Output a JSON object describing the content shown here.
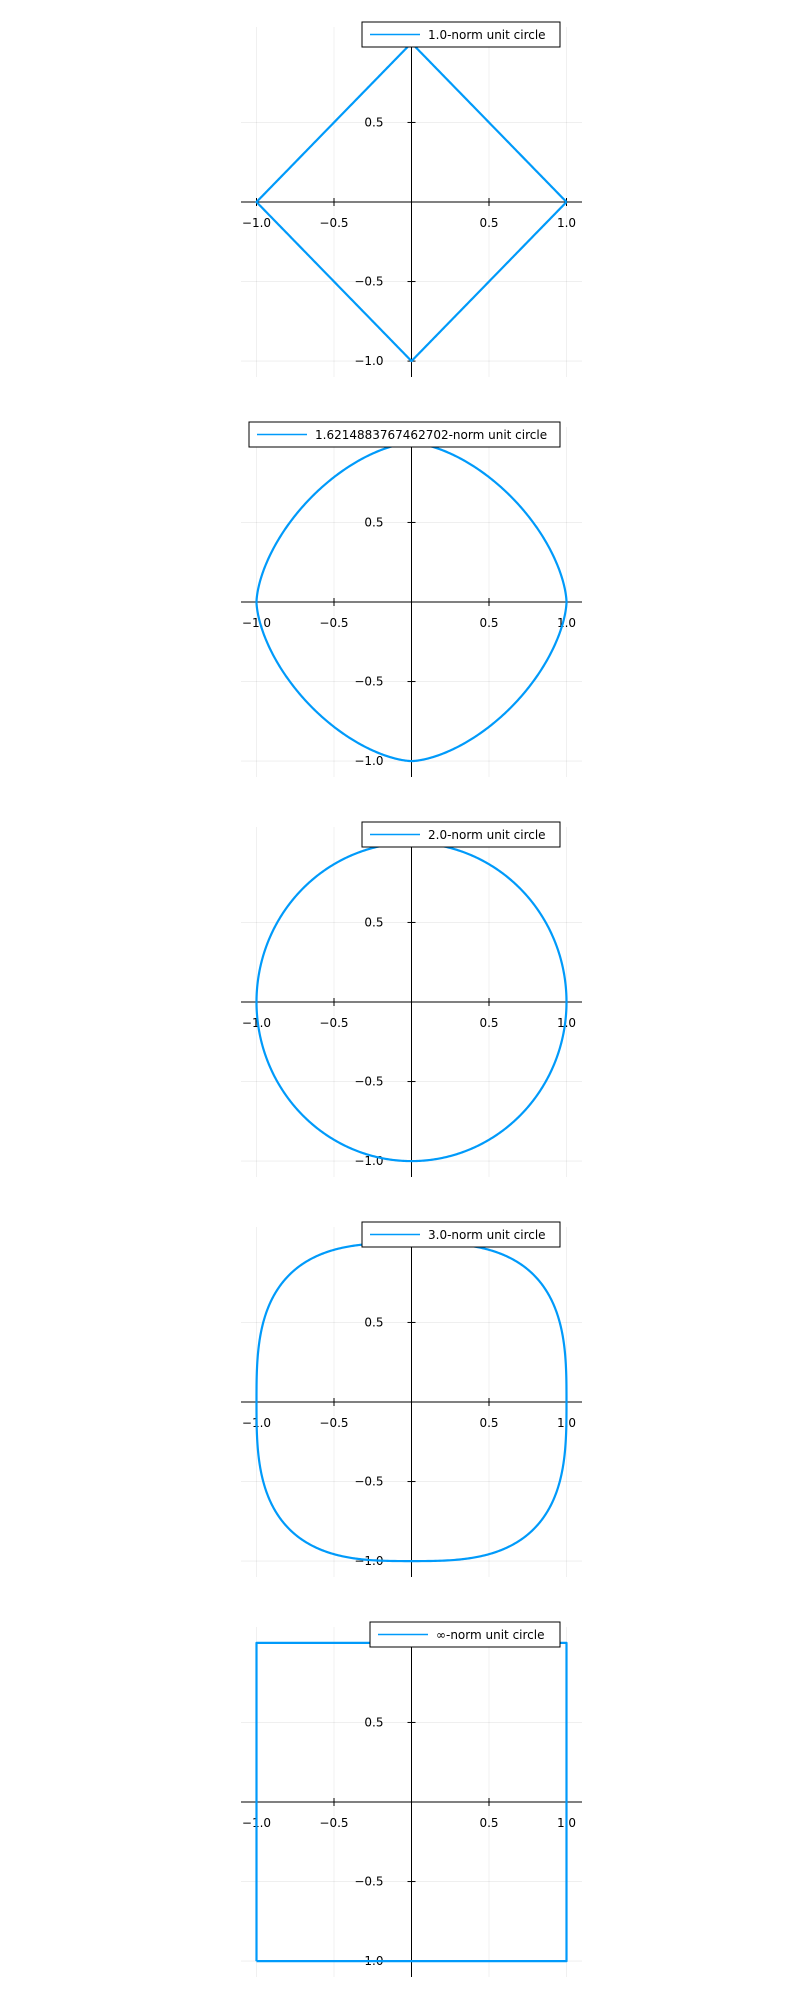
{
  "chart_data": [
    {
      "type": "line",
      "p": 1.0,
      "legend": "1.0-norm unit circle",
      "xlim": [
        -1.1,
        1.1
      ],
      "ylim": [
        -1.1,
        1.1
      ],
      "xticks": [
        -1.0,
        -0.5,
        0.5,
        1.0
      ],
      "xtick_labels": [
        "−1.0",
        "−0.5",
        "0.5",
        "1.0"
      ],
      "yticks": [
        -1.0,
        -0.5,
        0.5
      ],
      "ytick_labels": [
        "−1.0",
        "−0.5",
        "0.5"
      ],
      "legend_position": "top-right",
      "grid": true,
      "series": [
        {
          "name": "1.0-norm unit circle",
          "curve": "unit circle |x|^p + |y|^p = 1",
          "p": 1.0,
          "color": "#009AFA"
        }
      ]
    },
    {
      "type": "line",
      "p": 1.6214883767462702,
      "legend": "1.6214883767462702-norm unit circle",
      "xlim": [
        -1.1,
        1.1
      ],
      "ylim": [
        -1.1,
        1.1
      ],
      "xticks": [
        -1.0,
        -0.5,
        0.5,
        1.0
      ],
      "xtick_labels": [
        "−1.0",
        "−0.5",
        "0.5",
        "1.0"
      ],
      "yticks": [
        -1.0,
        -0.5,
        0.5
      ],
      "ytick_labels": [
        "−1.0",
        "−0.5",
        "0.5"
      ],
      "legend_position": "top",
      "grid": true,
      "series": [
        {
          "name": "1.6214883767462702-norm unit circle",
          "curve": "unit circle |x|^p + |y|^p = 1",
          "p": 1.6214883767462702,
          "color": "#009AFA"
        }
      ]
    },
    {
      "type": "line",
      "p": 2.0,
      "legend": "2.0-norm unit circle",
      "xlim": [
        -1.1,
        1.1
      ],
      "ylim": [
        -1.1,
        1.1
      ],
      "xticks": [
        -1.0,
        -0.5,
        0.5,
        1.0
      ],
      "xtick_labels": [
        "−1.0",
        "−0.5",
        "0.5",
        "1.0"
      ],
      "yticks": [
        -1.0,
        -0.5,
        0.5
      ],
      "ytick_labels": [
        "−1.0",
        "−0.5",
        "0.5"
      ],
      "legend_position": "top-right",
      "grid": true,
      "series": [
        {
          "name": "2.0-norm unit circle",
          "curve": "unit circle |x|^p + |y|^p = 1",
          "p": 2.0,
          "color": "#009AFA"
        }
      ]
    },
    {
      "type": "line",
      "p": 3.0,
      "legend": "3.0-norm unit circle",
      "xlim": [
        -1.1,
        1.1
      ],
      "ylim": [
        -1.1,
        1.1
      ],
      "xticks": [
        -1.0,
        -0.5,
        0.5,
        1.0
      ],
      "xtick_labels": [
        "−1.0",
        "−0.5",
        "0.5",
        "1.0"
      ],
      "yticks": [
        -1.0,
        -0.5,
        0.5
      ],
      "ytick_labels": [
        "−1.0",
        "−0.5",
        "0.5"
      ],
      "legend_position": "top-right",
      "grid": true,
      "series": [
        {
          "name": "3.0-norm unit circle",
          "curve": "unit circle |x|^p + |y|^p = 1",
          "p": 3.0,
          "color": "#009AFA"
        }
      ]
    },
    {
      "type": "line",
      "p": "inf",
      "legend": "∞-norm unit circle",
      "xlim": [
        -1.1,
        1.1
      ],
      "ylim": [
        -1.1,
        1.1
      ],
      "xticks": [
        -1.0,
        -0.5,
        0.5,
        1.0
      ],
      "xtick_labels": [
        "−1.0",
        "−0.5",
        "0.5",
        "1.0"
      ],
      "yticks": [
        -1.0,
        -0.5,
        0.5
      ],
      "ytick_labels": [
        "−1.0",
        "−0.5",
        "0.5"
      ],
      "legend_position": "top-right",
      "grid": true,
      "series": [
        {
          "name": "∞-norm unit circle",
          "curve": "unit circle |x|^p + |y|^p = 1",
          "p": "inf",
          "color": "#009AFA"
        }
      ]
    }
  ]
}
